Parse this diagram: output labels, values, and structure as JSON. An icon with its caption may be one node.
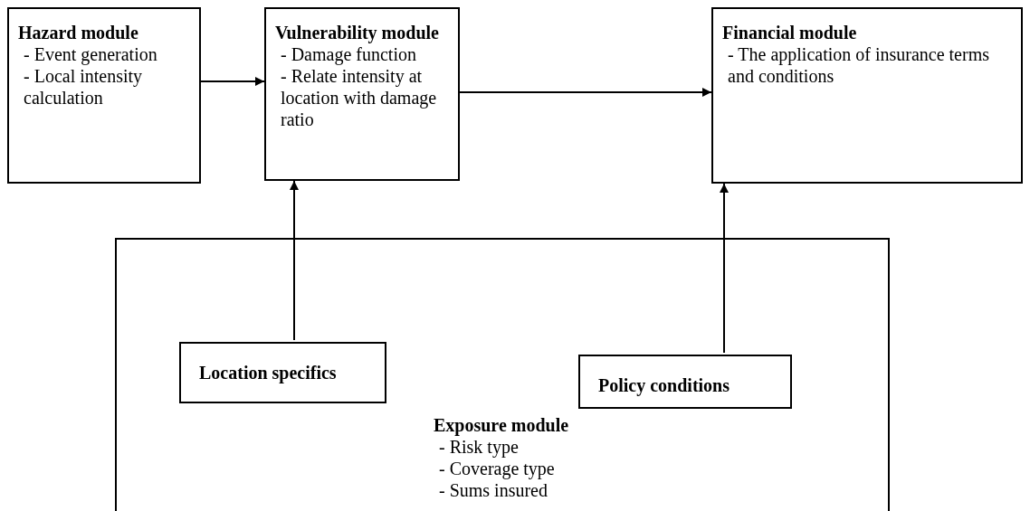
{
  "diagram": {
    "nodes": [
      {
        "text": [
          "Hazard module",
          "- Event generation",
          "- Local intensity calculation"
        ]
      },
      {
        "text": [
          "Vulnerability module",
          "- Damage function",
          "- Relate intensity at location with damage ratio"
        ]
      },
      {
        "text": [
          "Financial module",
          "- The application of insurance terms and conditions"
        ]
      },
      {
        "text": [
          "Exposure module",
          "- Risk type",
          "- Coverage type",
          "- Sums insured"
        ]
      },
      {
        "text": [
          "Location specifics"
        ],
        "in": 3
      },
      {
        "text": [
          "Policy conditions"
        ],
        "in": 3
      }
    ],
    "edges": [
      {
        "from": 0,
        "to": 1,
        "arrow": "to"
      },
      {
        "from": 1,
        "to": 2,
        "arrow": "to"
      },
      {
        "from": 4,
        "to": 1,
        "arrow": "to"
      },
      {
        "from": 5,
        "to": 2,
        "arrow": "to"
      }
    ]
  }
}
